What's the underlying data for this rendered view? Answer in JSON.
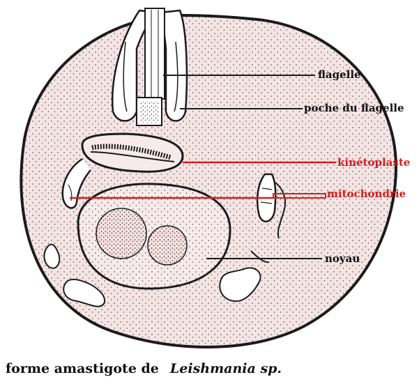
{
  "labels": {
    "flagelle": "flagelle",
    "poche": "poche du flagelle",
    "kinetoplaste": "kinétoplaste",
    "mitochondrie": "mitochondrie",
    "noyau": "noyau"
  },
  "caption": {
    "prefix": "forme amastigote de",
    "genus": "Leishmania sp."
  },
  "colors": {
    "cytoplasm": "#f4e4e4",
    "outline": "#1a1a1a",
    "accent_red": "#d81c1c"
  }
}
